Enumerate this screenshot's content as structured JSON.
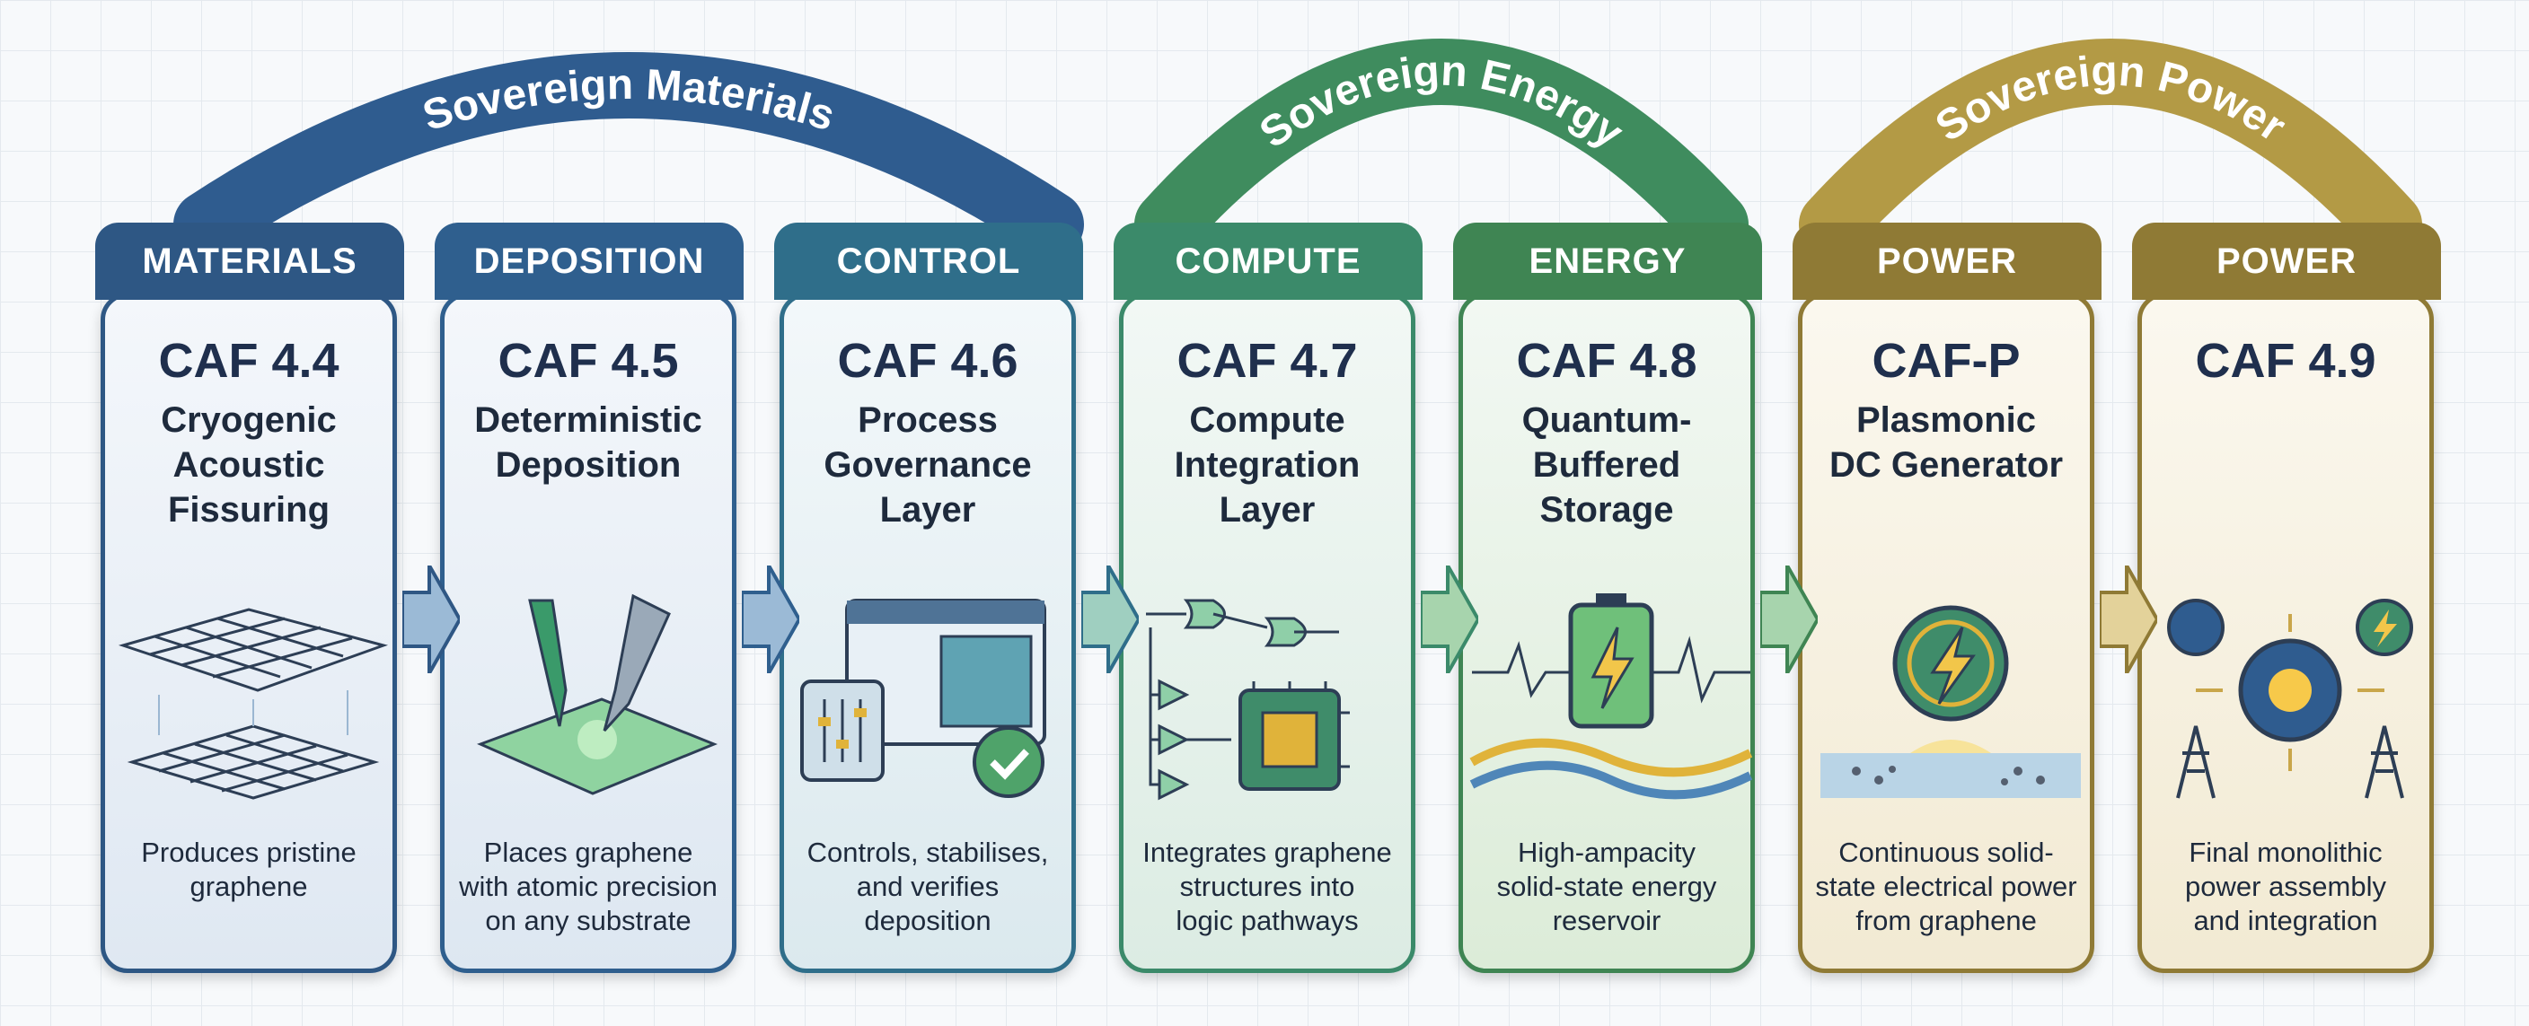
{
  "arcs": [
    {
      "label": "Sovereign Materials",
      "color": "#2f5c8f"
    },
    {
      "label": "Sovereign Energy",
      "color": "#3f8c5e"
    },
    {
      "label": "Sovereign Power",
      "color": "#b39a45"
    }
  ],
  "stages": [
    {
      "tab": "MATERIALS",
      "code": "CAF 4.4",
      "name_lines": [
        "Cryogenic",
        "Acoustic",
        "Fissuring"
      ],
      "desc_lines": [
        "Produces pristine",
        "graphene"
      ],
      "icon": "graphene-sheet-icon",
      "color": "#2e5784"
    },
    {
      "tab": "DEPOSITION",
      "code": "CAF 4.5",
      "name_lines": [
        "Deterministic",
        "Deposition"
      ],
      "desc_lines": [
        "Places graphene",
        "with atomic precision",
        "on any substrate"
      ],
      "icon": "deposition-nozzle-icon",
      "color": "#2f5f8e"
    },
    {
      "tab": "CONTROL",
      "code": "CAF 4.6",
      "name_lines": [
        "Process",
        "Governance",
        "Layer"
      ],
      "desc_lines": [
        "Controls, stabilises,",
        "and verifies",
        "deposition"
      ],
      "icon": "control-dashboard-icon",
      "color": "#2f6e8a"
    },
    {
      "tab": "COMPUTE",
      "code": "CAF 4.7",
      "name_lines": [
        "Compute",
        "Integration",
        "Layer"
      ],
      "desc_lines": [
        "Integrates graphene",
        "structures into",
        "logic pathways"
      ],
      "icon": "logic-chip-icon",
      "color": "#3b8a6a"
    },
    {
      "tab": "ENERGY",
      "code": "CAF 4.8",
      "name_lines": [
        "Quantum-",
        "Buffered",
        "Storage"
      ],
      "desc_lines": [
        "High-ampacity",
        "solid-state energy",
        "reservoir"
      ],
      "icon": "battery-icon",
      "color": "#3f8553"
    },
    {
      "tab": "POWER",
      "code": "CAF-P",
      "name_lines": [
        "Plasmonic",
        "DC Generator"
      ],
      "desc_lines": [
        "Continuous solid-",
        "state electrical power",
        "from graphene"
      ],
      "icon": "lightning-generator-icon",
      "color": "#8f7a35"
    },
    {
      "tab": "POWER",
      "code": "CAF 4.9",
      "name_lines": [],
      "desc_lines": [
        "Final monolithic",
        "power assembly",
        "and integration"
      ],
      "icon": "power-assembly-icon",
      "color": "#8f7a35"
    }
  ]
}
